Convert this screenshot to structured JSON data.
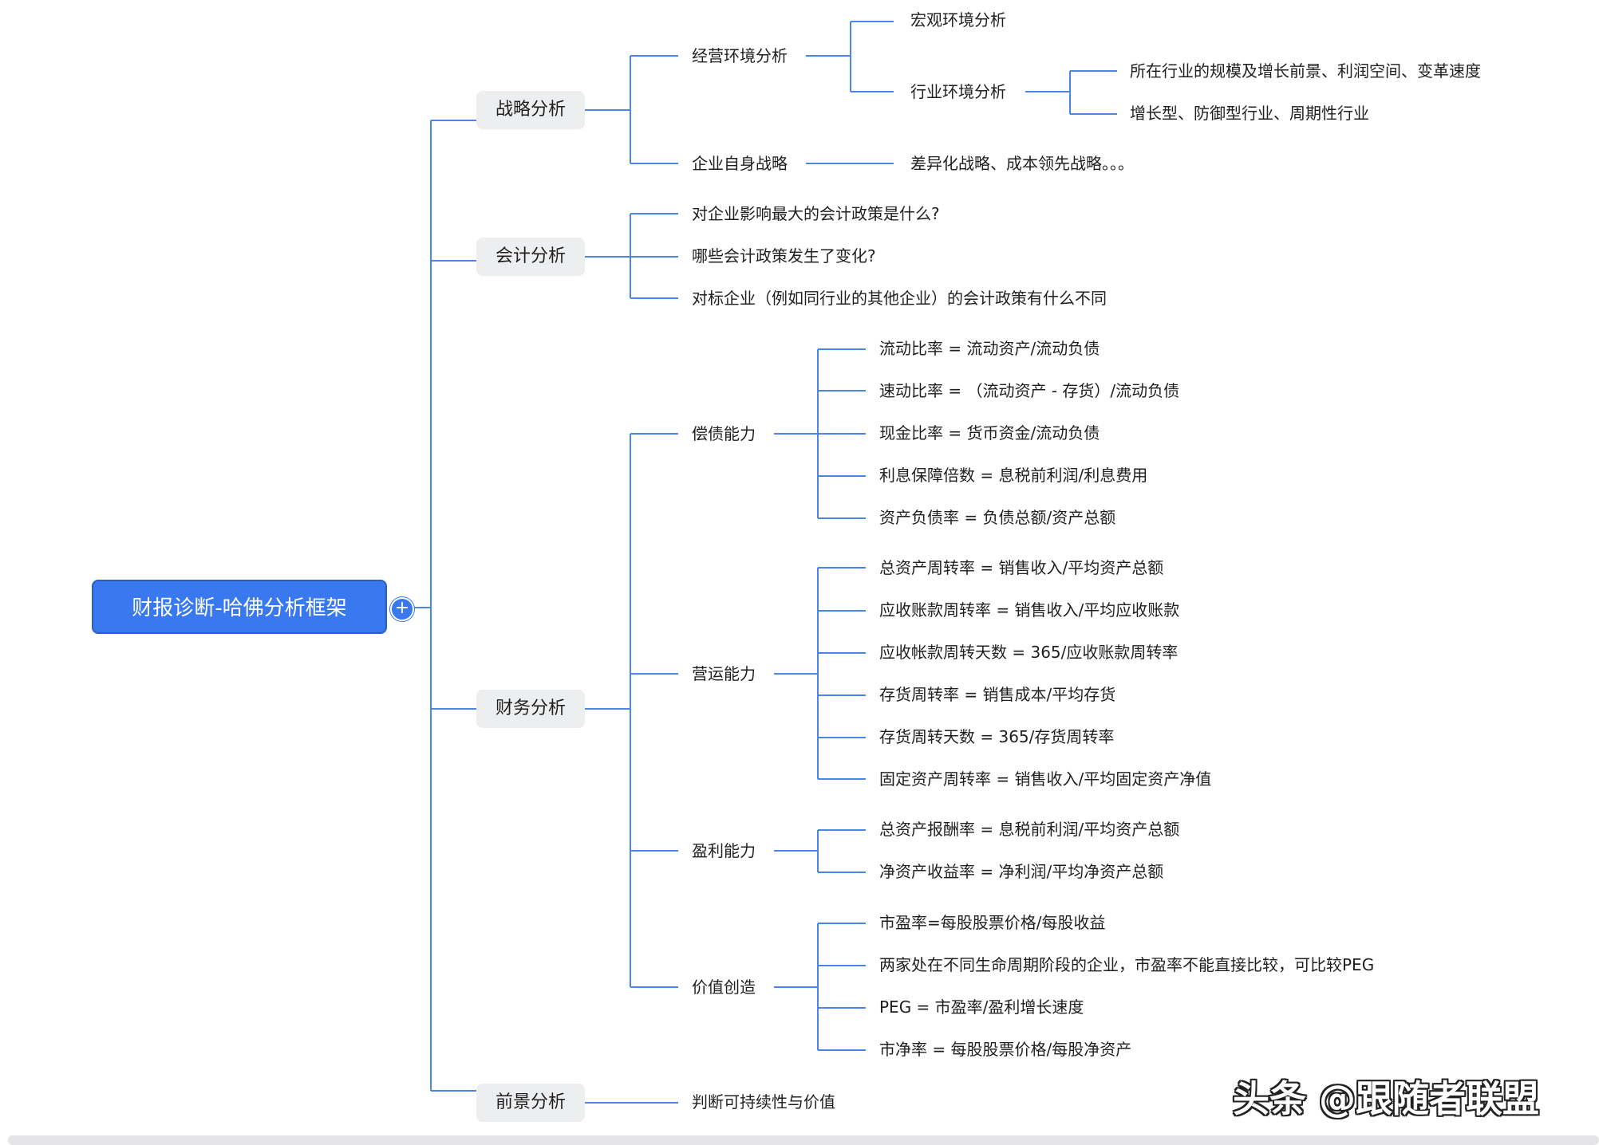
{
  "root": {
    "label": "财报诊断-哈佛分析框架"
  },
  "branches": {
    "strategy": {
      "label": "战略分析",
      "business_env": {
        "label": "经营环境分析",
        "macro": "宏观环境分析",
        "industry": {
          "label": "行业环境分析",
          "items": [
            "所在行业的规模及增长前景、利润空间、变革速度",
            "增长型、防御型行业、周期性行业"
          ]
        }
      },
      "own_strategy": {
        "label": "企业自身战略",
        "item": "差异化战略、成本领先战略。。。"
      }
    },
    "accounting": {
      "label": "会计分析",
      "items": [
        "对企业影响最大的会计政策是什么?",
        "哪些会计政策发生了变化?",
        "对标企业（例如同行业的其他企业）的会计政策有什么不同"
      ]
    },
    "finance": {
      "label": "财务分析",
      "solvency": {
        "label": "偿债能力",
        "items": [
          "流动比率 = 流动资产/流动负债",
          "速动比率 = （流动资产 - 存货）/流动负债",
          "现金比率 = 货币资金/流动负债",
          "利息保障倍数 = 息税前利润/利息费用",
          "资产负债率 = 负债总额/资产总额"
        ]
      },
      "operating": {
        "label": "营运能力",
        "items": [
          "总资产周转率 = 销售收入/平均资产总额",
          "应收账款周转率 = 销售收入/平均应收账款",
          "应收帐款周转天数 = 365/应收账款周转率",
          "存货周转率 = 销售成本/平均存货",
          "存货周转天数 = 365/存货周转率",
          "固定资产周转率 = 销售收入/平均固定资产净值"
        ]
      },
      "profit": {
        "label": "盈利能力",
        "items": [
          "总资产报酬率 = 息税前利润/平均资产总额",
          "净资产收益率 = 净利润/平均净资产总额"
        ]
      },
      "value": {
        "label": "价值创造",
        "items": [
          "市盈率=每股股票价格/每股收益",
          "两家处在不同生命周期阶段的企业，市盈率不能直接比较，可比较PEG",
          "PEG = 市盈率/盈利增长速度",
          "市净率 = 每股股票价格/每股净资产"
        ]
      }
    },
    "prospect": {
      "label": "前景分析",
      "item": "判断可持续性与价值"
    }
  },
  "watermark": "头条 @跟随者联盟",
  "colors": {
    "accent": "#3978ee",
    "pill_bg": "#edeef0",
    "line": "#4a86e8"
  },
  "icons": {
    "expand": "plus-icon"
  }
}
